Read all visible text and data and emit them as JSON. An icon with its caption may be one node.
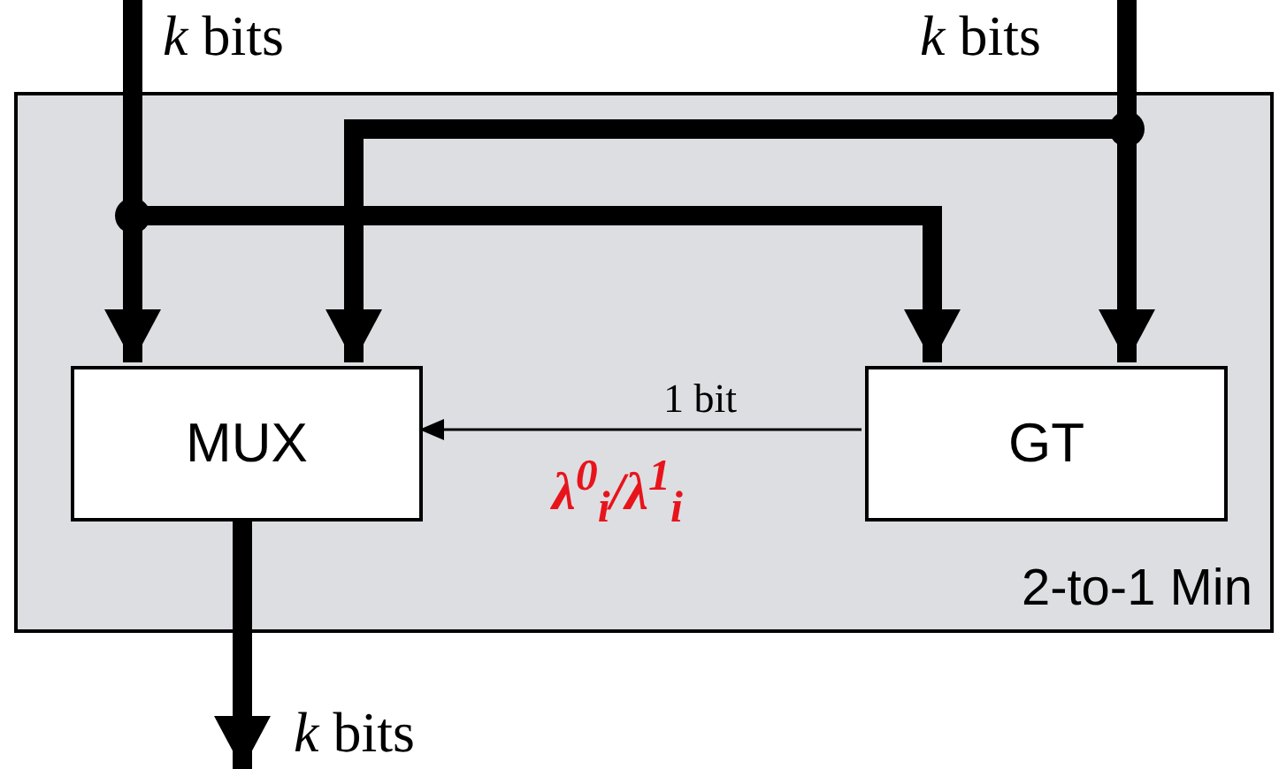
{
  "diagram": {
    "nodes": [
      {
        "text": [
          "2-to-1 Min"
        ]
      },
      {
        "text": [
          "MUX"
        ],
        "in": 0
      },
      {
        "text": [
          "GT"
        ],
        "in": 0
      }
    ],
    "edges": [
      {
        "from": null,
        "to": 1,
        "arrow": "to"
      },
      {
        "from": null,
        "to": 2,
        "arrow": "to"
      },
      {
        "from": null,
        "to": 1,
        "arrow": "to"
      },
      {
        "from": null,
        "to": 2,
        "arrow": "to"
      },
      {
        "from": 2,
        "to": 1,
        "arrow": "to",
        "label": "1 bit"
      },
      {
        "from": 1,
        "to": null,
        "arrow": "to"
      }
    ],
    "labels": [
      "*k* bits",
      "*k* bits",
      "λ$^{0}$$_{i}$/λ$^{1}$$_{i}$",
      "*k* bits"
    ]
  }
}
